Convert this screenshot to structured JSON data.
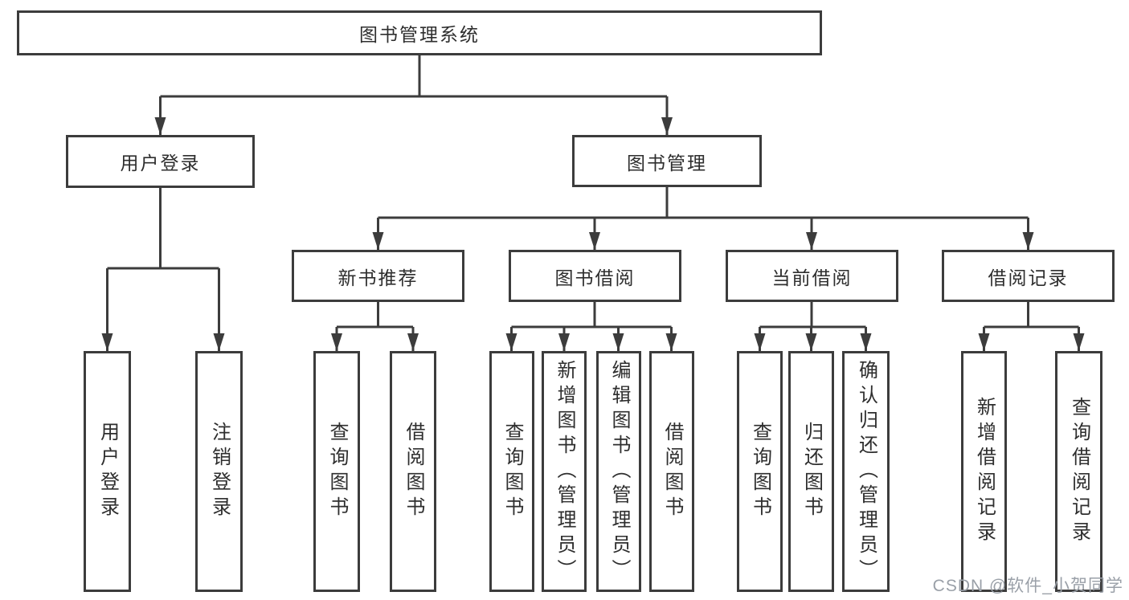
{
  "diagram": {
    "root": {
      "label": "图书管理系统"
    },
    "branches": [
      {
        "label": "用户登录",
        "children": [
          "用户登录",
          "注销登录"
        ]
      },
      {
        "label": "图书管理",
        "children": [
          {
            "label": "新书推荐",
            "children": [
              "查询图书",
              "借阅图书"
            ]
          },
          {
            "label": "图书借阅",
            "children": [
              "查询图书",
              "新增图书（管理员）",
              "编辑图书（管理员）",
              "借阅图书"
            ]
          },
          {
            "label": "当前借阅",
            "children": [
              "查询图书",
              "归还图书",
              "确认归还（管理员）"
            ]
          },
          {
            "label": "借阅记录",
            "children": [
              "新增借阅记录",
              "查询借阅记录"
            ]
          }
        ]
      }
    ],
    "watermark": "CSDN @软件_小贺同学",
    "colors": {
      "line": "#3c3c3c",
      "text": "#2e2e2e",
      "watermark": "#9aa0a8",
      "background": "#ffffff"
    }
  }
}
